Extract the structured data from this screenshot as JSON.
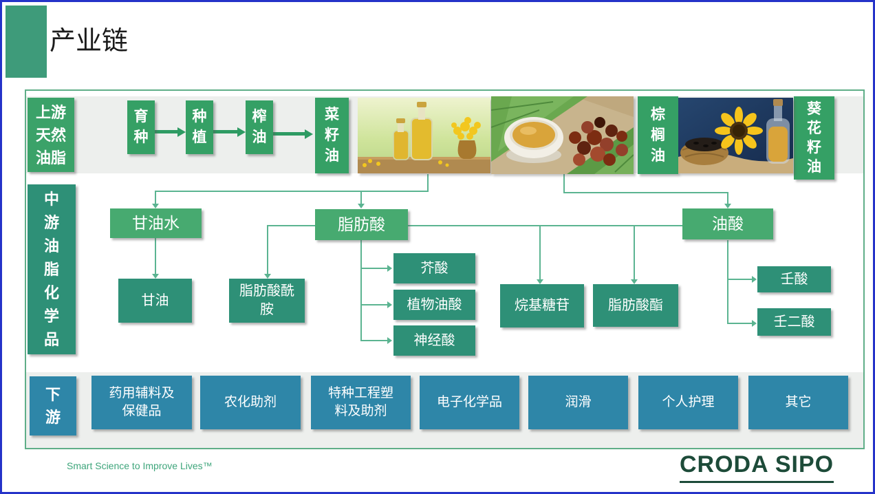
{
  "page": {
    "title": "产业链",
    "footer": {
      "tagline": "Smart Science to Improve Lives™",
      "logo": "CRODA SIPO"
    }
  },
  "upstream": {
    "label": "上游\n天然\n油脂",
    "process": [
      "育\n种",
      "种\n植",
      "榨\n油"
    ],
    "oils": [
      "菜\n籽\n油",
      "棕\n榈\n油",
      "葵\n花\n籽\n油"
    ],
    "images": [
      "rapeseed-oil-photo",
      "palm-oil-photo",
      "sunflower-oil-photo"
    ]
  },
  "midstream": {
    "label": "中\n游\n油\n脂\n化\n学\n品",
    "primary": [
      "甘油水",
      "脂肪酸",
      "油酸"
    ],
    "derivatives": [
      "甘油",
      "脂肪酸酰\n胺",
      "芥酸",
      "植物油酸",
      "神经酸",
      "烷基糖苷",
      "脂肪酸酯",
      "壬酸",
      "壬二酸"
    ]
  },
  "downstream": {
    "label": "下\n游",
    "items": [
      "药用辅料及\n保健品",
      "农化助剂",
      "特种工程塑\n料及助剂",
      "电子化学品",
      "润滑",
      "个人护理",
      "其它"
    ]
  },
  "colors": {
    "label_green": "#3BA269",
    "bright_green": "#47AA70",
    "dark_green": "#2E9077",
    "teal": "#2E86A8",
    "connector_green": "#5BB491",
    "frame_green": "#5FAE88",
    "page_border_blue": "#2533C9",
    "logo_green": "#1D4B39"
  }
}
